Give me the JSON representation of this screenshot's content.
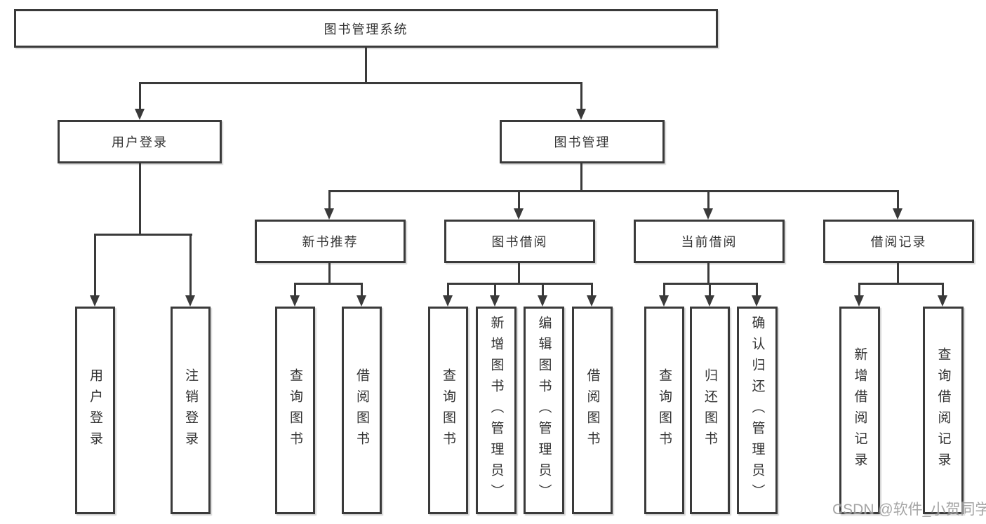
{
  "tree": {
    "root": "图书管理系统",
    "user_login_branch": {
      "label": "用户登录",
      "leaves": [
        "用户登录",
        "注销登录"
      ]
    },
    "book_mgmt_branch": {
      "label": "图书管理",
      "sections": [
        {
          "label": "新书推荐",
          "leaves": [
            "查询图书",
            "借阅图书"
          ]
        },
        {
          "label": "图书借阅",
          "leaves": [
            "查询图书",
            "新增图书（管理员）",
            "编辑图书（管理员）",
            "借阅图书"
          ]
        },
        {
          "label": "当前借阅",
          "leaves": [
            "查询图书",
            "归还图书",
            "确认归还（管理员）"
          ]
        },
        {
          "label": "借阅记录",
          "leaves": [
            "新增借阅记录",
            "查询借阅记录"
          ]
        }
      ]
    }
  },
  "watermark": {
    "text": "CSDN @软件_小贺同学"
  },
  "colors": {
    "line": "#3a3a3a",
    "text": "#333333",
    "background": "#ffffff",
    "watermark": "#9b9b9b"
  }
}
